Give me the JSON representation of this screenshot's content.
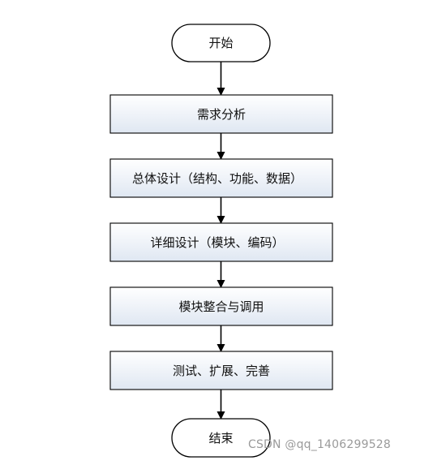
{
  "flowchart": {
    "start": "开始",
    "steps": [
      "需求分析",
      "总体设计（结构、功能、数据）",
      "详细设计（模块、编码）",
      "模块整合与调用",
      "测试、扩展、完善"
    ],
    "end": "结束"
  },
  "watermark": "CSDN @qq_1406299528",
  "colors": {
    "box_fill_top": "#ffffff",
    "box_fill_bottom": "#dfe7f2",
    "stroke": "#000000",
    "arrow": "#000000"
  }
}
